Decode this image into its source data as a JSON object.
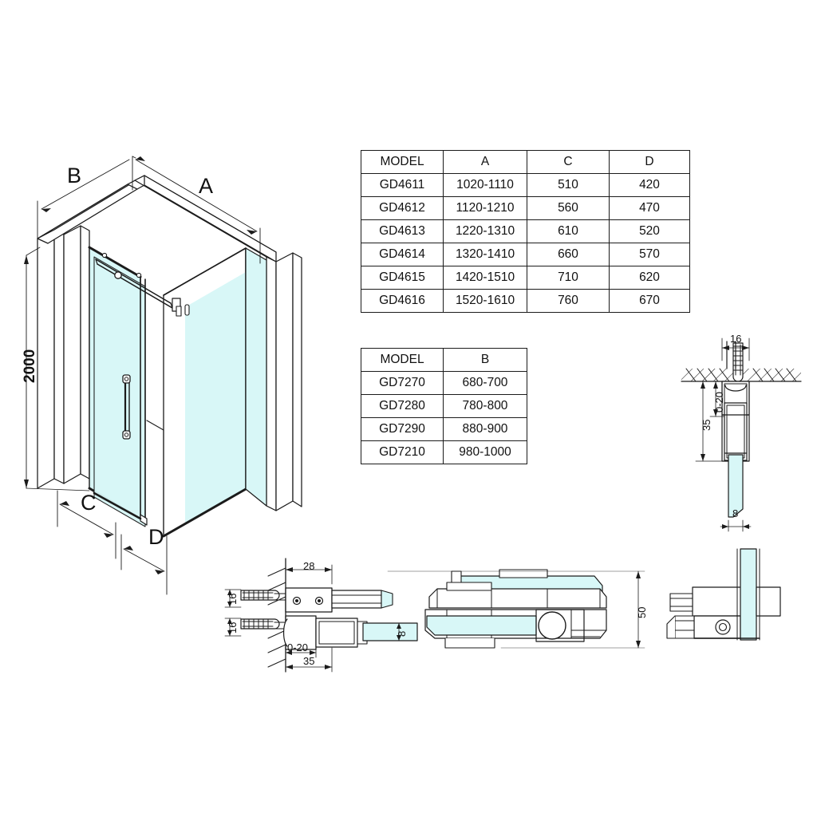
{
  "drawing": {
    "title": "Sliding shower enclosure technical drawing",
    "glass_color": "#d8f7f7",
    "line_color": "#1b1b1b"
  },
  "tables": [
    {
      "id": "table-a",
      "name": "model-dimension-table-acd",
      "headers": [
        "MODEL",
        "A",
        "C",
        "D"
      ],
      "rows": [
        [
          "GD4611",
          "1020-1110",
          "510",
          "420"
        ],
        [
          "GD4612",
          "1120-1210",
          "560",
          "470"
        ],
        [
          "GD4613",
          "1220-1310",
          "610",
          "520"
        ],
        [
          "GD4614",
          "1320-1410",
          "660",
          "570"
        ],
        [
          "GD4615",
          "1420-1510",
          "710",
          "620"
        ],
        [
          "GD4616",
          "1520-1610",
          "760",
          "670"
        ]
      ]
    },
    {
      "id": "table-b",
      "name": "model-dimension-table-b",
      "headers": [
        "MODEL",
        "B"
      ],
      "rows": [
        [
          "GD7270",
          "680-700"
        ],
        [
          "GD7280",
          "780-800"
        ],
        [
          "GD7290",
          "880-900"
        ],
        [
          "GD7210",
          "980-1000"
        ]
      ]
    }
  ],
  "isometric": {
    "name": "isometric-enclosure-view",
    "labels": {
      "width_b": "B",
      "width_a": "A",
      "height": "2000",
      "depth_c": "C",
      "depth_d": "D"
    }
  },
  "detail_wall_top_right": {
    "name": "wall-profile-detail",
    "dims": {
      "anchor_width": "16",
      "adjust_range": "0-20",
      "profile_depth": "35",
      "glass_thickness": "8"
    }
  },
  "detail_wall_bottom_left": {
    "name": "wall-bracket-detail",
    "dims": {
      "bracket_depth": "28",
      "anchor_spacing_top": "16",
      "anchor_spacing_bottom": "16",
      "adjust_range": "0-20",
      "total_depth": "35",
      "glass_thickness": "8"
    }
  },
  "detail_roller_center": {
    "name": "roller-carriage-detail",
    "dims": {
      "height": "50"
    }
  },
  "detail_bracket_right": {
    "name": "glass-clamp-detail",
    "dims": {}
  }
}
